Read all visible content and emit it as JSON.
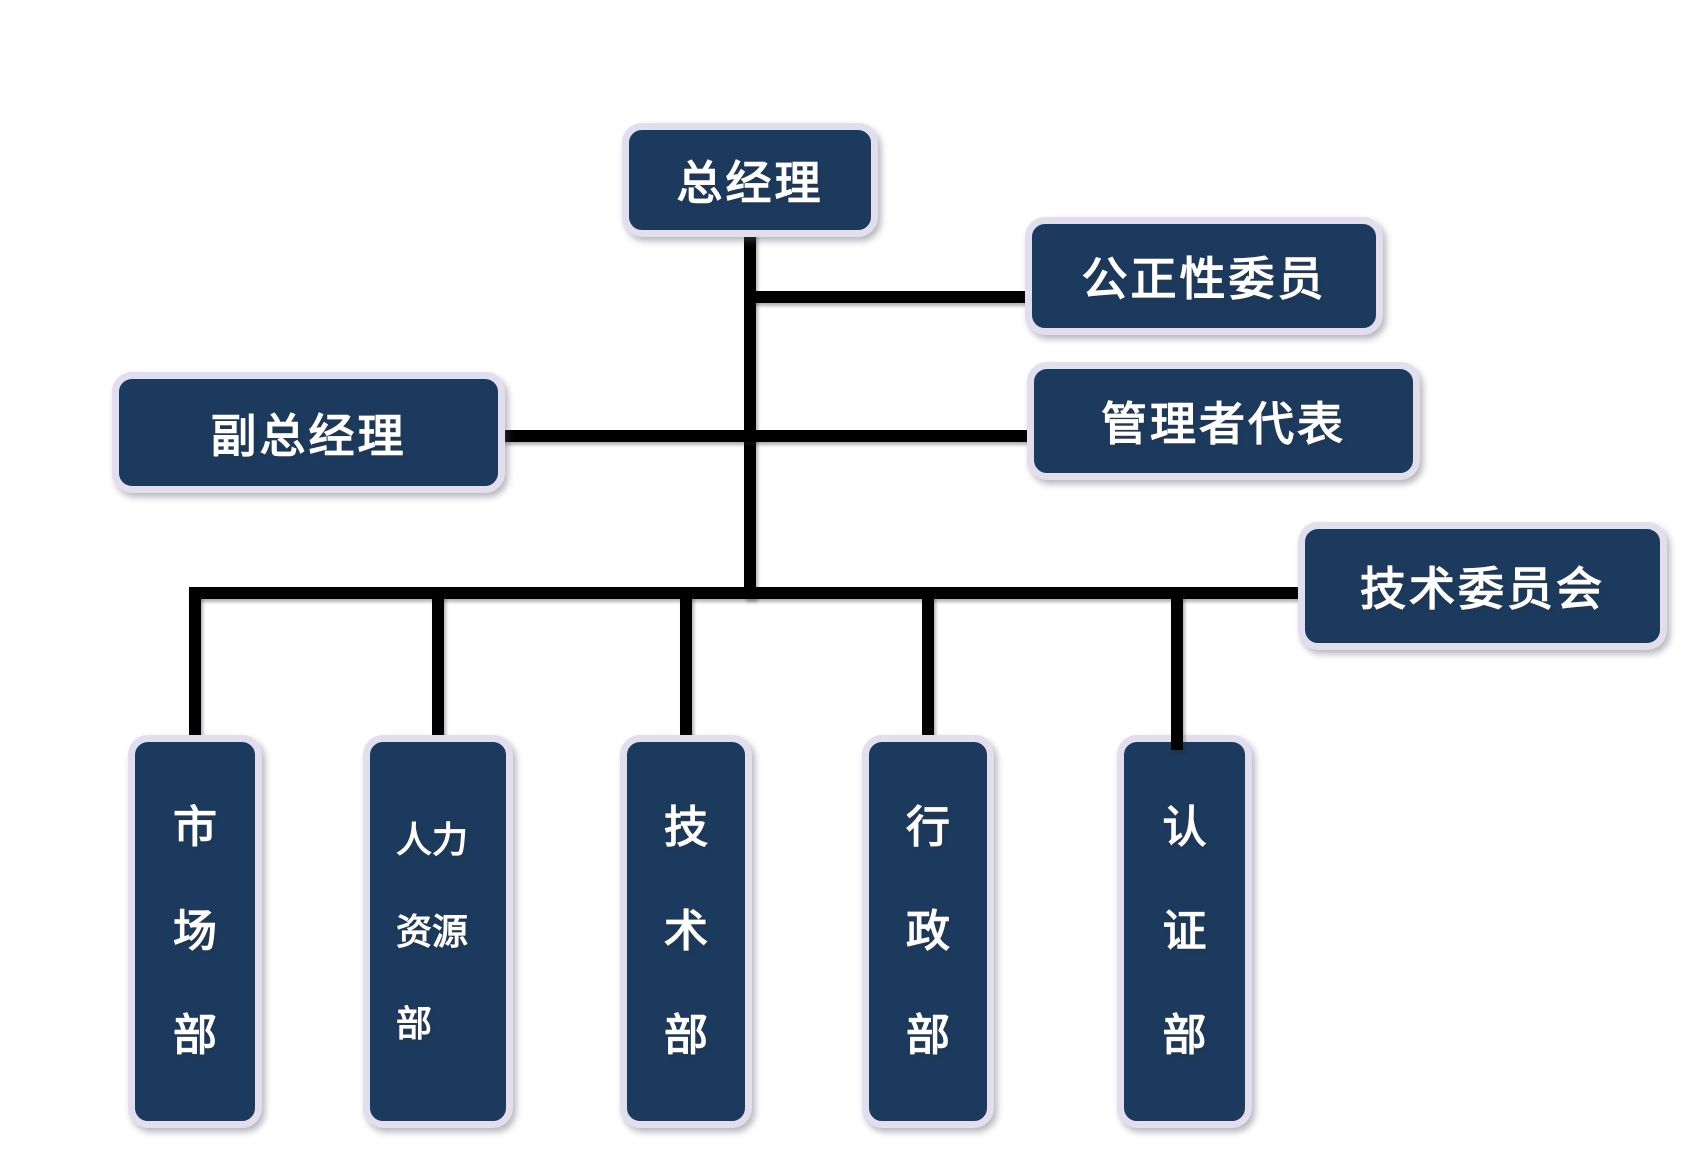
{
  "colors": {
    "background": "#ffffff",
    "node_fill": "#1c3a5e",
    "node_border": "#e2deed",
    "connector": "#000000",
    "text": "#ffffff"
  },
  "nodes": {
    "general_manager": {
      "label": "总经理"
    },
    "impartiality_committee": {
      "label": "公正性委员"
    },
    "deputy_general_manager": {
      "label": "副总经理"
    },
    "management_representative": {
      "label": "管理者代表"
    },
    "technical_committee": {
      "label": "技术委员会"
    },
    "marketing_dept": {
      "label": "市场部",
      "line1": "市",
      "line2": "场",
      "line3": "部"
    },
    "hr_dept": {
      "label": "人力资源部",
      "line1": "人力",
      "line2": "资源",
      "line3": "部"
    },
    "technology_dept": {
      "label": "技术部",
      "line1": "技",
      "line2": "术",
      "line3": "部"
    },
    "admin_dept": {
      "label": "行政部",
      "line1": "行",
      "line2": "政",
      "line3": "部"
    },
    "certification_dept": {
      "label": "认证部",
      "line1": "认",
      "line2": "证",
      "line3": "部"
    }
  },
  "edges": [
    {
      "from": "总经理",
      "to": "公正性委员"
    },
    {
      "from": "总经理",
      "to": "副总经理"
    },
    {
      "from": "总经理",
      "to": "管理者代表"
    },
    {
      "from": "总经理",
      "to": "技术委员会"
    },
    {
      "from": "总经理",
      "to": "市场部"
    },
    {
      "from": "总经理",
      "to": "人力资源部"
    },
    {
      "from": "总经理",
      "to": "技术部"
    },
    {
      "from": "总经理",
      "to": "行政部"
    },
    {
      "from": "总经理",
      "to": "认证部"
    }
  ]
}
